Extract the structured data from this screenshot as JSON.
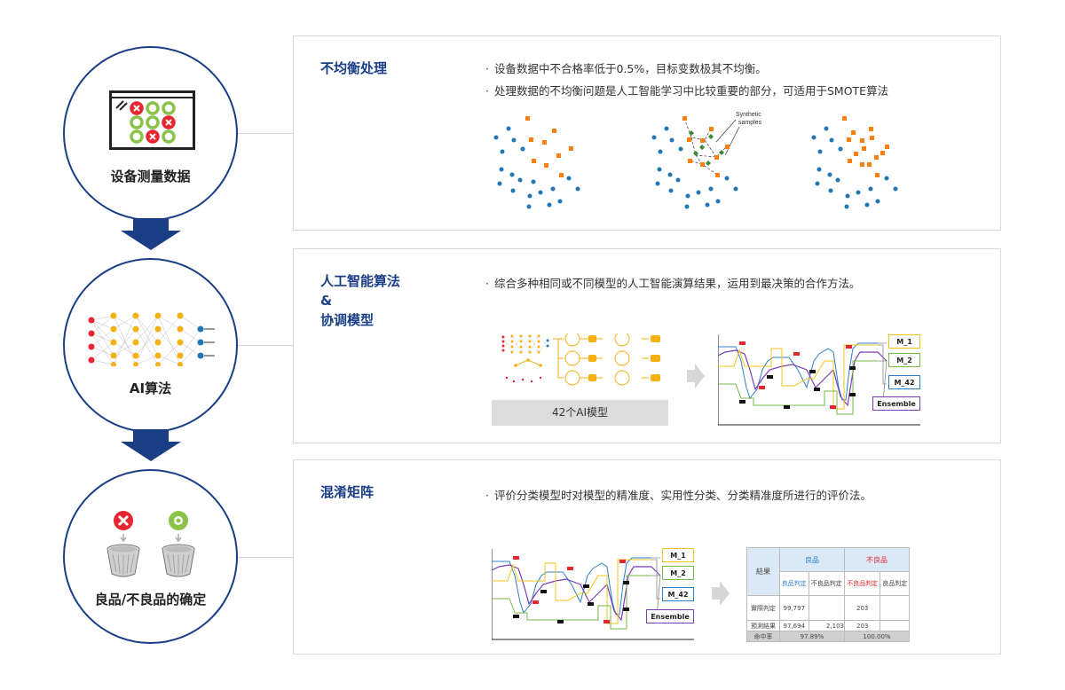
{
  "steps": [
    {
      "label": "设备测量数据"
    },
    {
      "label": "AI算法"
    },
    {
      "label": "良品/不良品的确定"
    }
  ],
  "panels": [
    {
      "title": "不均衡处理",
      "bullets": [
        "设备数据中不合格率低于0.5%，目标变数极其不均衡。",
        "处理数据的不均衡问题是人工智能学习中比较重要的部分，可适用于SMOTE算法"
      ],
      "synthetic_label_1": "Synthetic",
      "synthetic_label_2": "samples"
    },
    {
      "title_line1": "人工智能算法",
      "title_line2": "&",
      "title_line3": "协调模型",
      "bullets": [
        "综合多种相同或不同模型的人工智能演算结果，运用到最决策的合作方法。"
      ],
      "model_count_label": "42个AI模型",
      "models": [
        "M_1",
        "M_2",
        "M_42",
        "Ensemble"
      ]
    },
    {
      "title": "混淆矩阵",
      "bullets": [
        "评价分类模型时对模型的精准度、实用性分类、分类精准度所进行的评价法。"
      ],
      "models": [
        "M_1",
        "M_2",
        "M_42",
        "Ensemble"
      ],
      "matrix": {
        "result_label": "結果",
        "good_label": "良品",
        "bad_label": "不良品",
        "good_judge": "良品判定",
        "bad_judge": "不良品判定",
        "actual_label": "實際判定",
        "pred_label": "預測結果",
        "hit_label": "命中率",
        "actual_good_good": "99,797",
        "actual_bad_bad": "203",
        "pred_good_good": "97,694",
        "pred_good_bad": "2,103",
        "pred_bad_bad": "203",
        "hit_good": "97.89%",
        "hit_bad": "100.00%"
      }
    }
  ],
  "colors": {
    "navy": "#1a3e86",
    "blue_dot": "#1f77b4",
    "orange": "#ff7f0e",
    "green": "#3a8a3a",
    "red": "#e8262f"
  }
}
